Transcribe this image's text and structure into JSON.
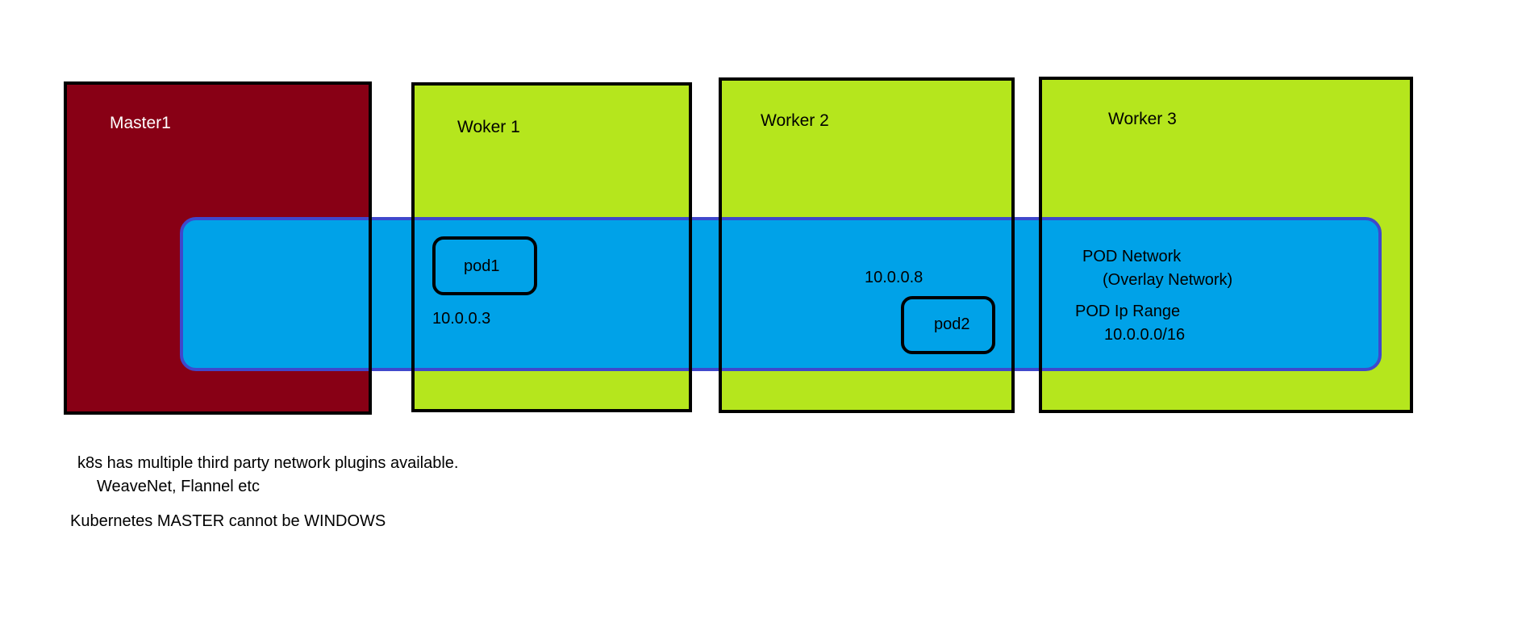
{
  "nodes": {
    "master": {
      "label": "Master1",
      "fill": "#880015"
    },
    "worker1": {
      "label": "Woker 1",
      "fill": "#b5e61d"
    },
    "worker2": {
      "label": "Worker 2",
      "fill": "#b5e61d"
    },
    "worker3": {
      "label": "Worker 3",
      "fill": "#b5e61d"
    }
  },
  "pod_network": {
    "title": "POD Network",
    "subtitle": "(Overlay Network)",
    "range_title": "POD Ip Range",
    "range_value": "10.0.0.0/16",
    "fill": "#00a2e8",
    "border": "#3f48cc"
  },
  "pods": [
    {
      "label": "pod1",
      "ip": "10.0.0.3"
    },
    {
      "label": "pod2",
      "ip": "10.0.0.8"
    }
  ],
  "notes": {
    "line1": "k8s has multiple third party network plugins available.",
    "line2": "WeaveNet, Flannel etc",
    "line3": "Kubernetes MASTER cannot be WINDOWS"
  }
}
